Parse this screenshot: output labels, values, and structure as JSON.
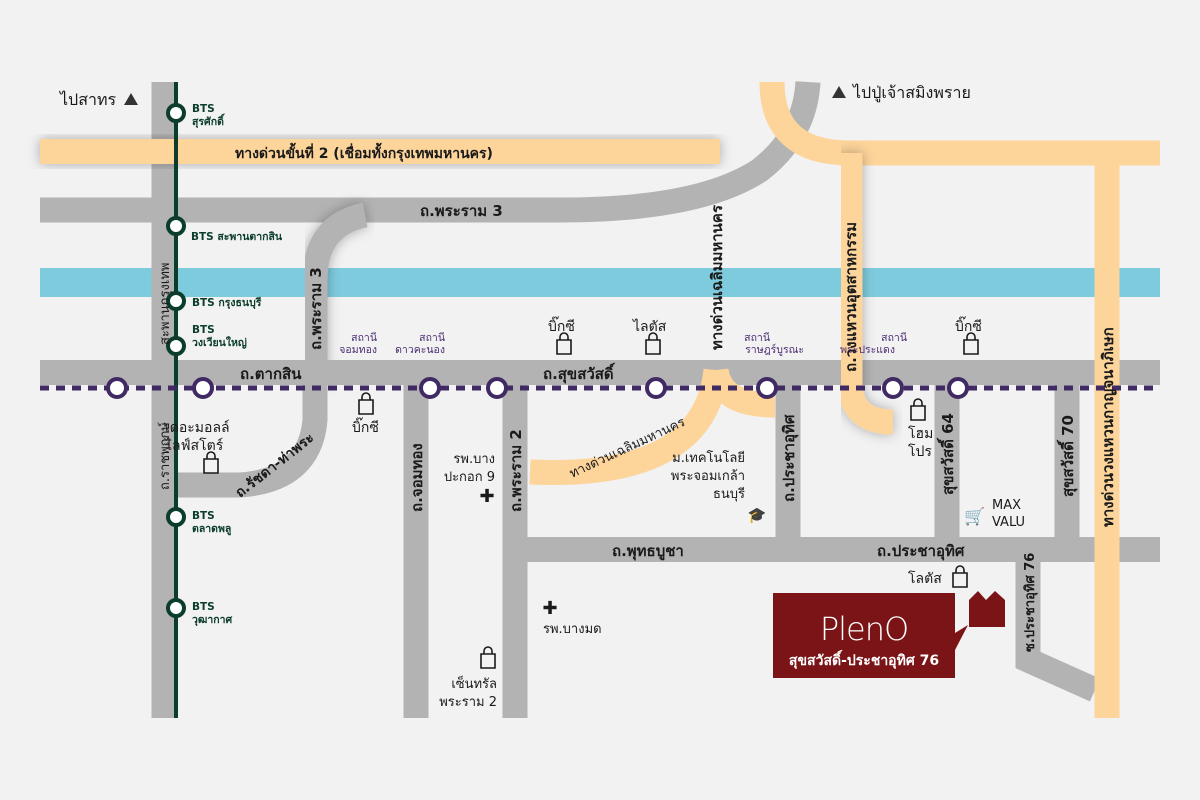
{
  "colors": {
    "background": "#f2f2f2",
    "road": "#b3b3b3",
    "expressway": "#fdd49a",
    "river": "#7ecbde",
    "bts_line": "#0b3d2a",
    "mrt_line": "#3f2a63",
    "brand": "#7a1416"
  },
  "directions": {
    "sakhon": "ไปสาทร",
    "samut_prakan": "ไปปู่เจ้าสมิงพราย"
  },
  "roads": {
    "expressway_stage2": "ทางด่วนขั้นที่ 2 (เชื่อมทั้งกรุงเทพมหานคร)",
    "rama3": "ถ.พระราม 3",
    "rama3_vertical": "ถ.พระราม 3",
    "krungthep_bridge": "สะพานกรุงเทพ",
    "ratchaphruek": "ถ.ราชพฤกษ์",
    "taksin": "ถ.ตากสิน",
    "suksawat": "ถ.สุขสวัสดิ์",
    "ratchada_thapra": "ถ.รัชดา-ท่าพระ",
    "chomthong": "ถ.จอมทอง",
    "rama2": "ถ.พระราม 2",
    "chaloem_vertical": "ทางด่วนเฉลิมมหานคร",
    "chaloem_curve": "ทางด่วนเฉลิมมหานคร",
    "industrial_ring": "ถ.วงแหวนอุตสาหกรรม",
    "kanchanaphisek": "ทางด่วนวงแหวนกาญจนาภิเษก",
    "pracha_uthit_v": "ถ.ประชาอุทิศ",
    "suksawat64": "สุขสวัสดิ์ 64",
    "suksawat70": "สุขสวัสดิ์ 70",
    "phutthabucha": "ถ.พุทธบูชา",
    "pracha_uthit_h": "ถ.ประชาอุทิศ",
    "soi_pracha_uthit76": "ซ.ประชาอุทิศ 76"
  },
  "bts_stations": [
    {
      "line1": "BTS",
      "line2": "สุรศักดิ์"
    },
    {
      "line1": "BTS สะพานตากสิน",
      "line2": ""
    },
    {
      "line1": "BTS กรุงธนบุรี",
      "line2": ""
    },
    {
      "line1": "BTS",
      "line2": "วงเวียนใหญ่"
    },
    {
      "line1": "BTS",
      "line2": "ตลาดพลู"
    },
    {
      "line1": "BTS",
      "line2": "วุฒากาศ"
    }
  ],
  "mrt_stations": [
    {
      "line1": "สถานี",
      "line2": "จอมทอง"
    },
    {
      "line1": "สถานี",
      "line2": "ดาวคะนอง"
    },
    {
      "line1": "สถานี",
      "line2": "ราษฎร์บูรณะ"
    },
    {
      "line1": "สถานี",
      "line2": "พระประแดง"
    }
  ],
  "places": {
    "bigc1": "บิ๊กซี",
    "lotus1": "ไลตัส",
    "bigc2": "บิ๊กซี",
    "bigc3": "บิ๊กซี",
    "themall": [
      "เดอะมอลล์",
      "ไลฟ์สโตร์"
    ],
    "bangpakok": [
      "รพ.บาง",
      "ปะกอก 9"
    ],
    "kmutt": [
      "ม.เทคโนโลยี",
      "พระจอมเกล้า",
      "ธนบุรี"
    ],
    "homepro": [
      "โฮม",
      "โปร"
    ],
    "maxvalu": [
      "MAX",
      "VALU"
    ],
    "lotus2": "โลตัส",
    "bangmod": "รพ.บางมด",
    "central": [
      "เซ็นทรัล",
      "พระราม 2"
    ]
  },
  "project": {
    "logo": "PlenO",
    "subtitle": "สุขสวัสดิ์-ประชาอุทิศ 76"
  }
}
